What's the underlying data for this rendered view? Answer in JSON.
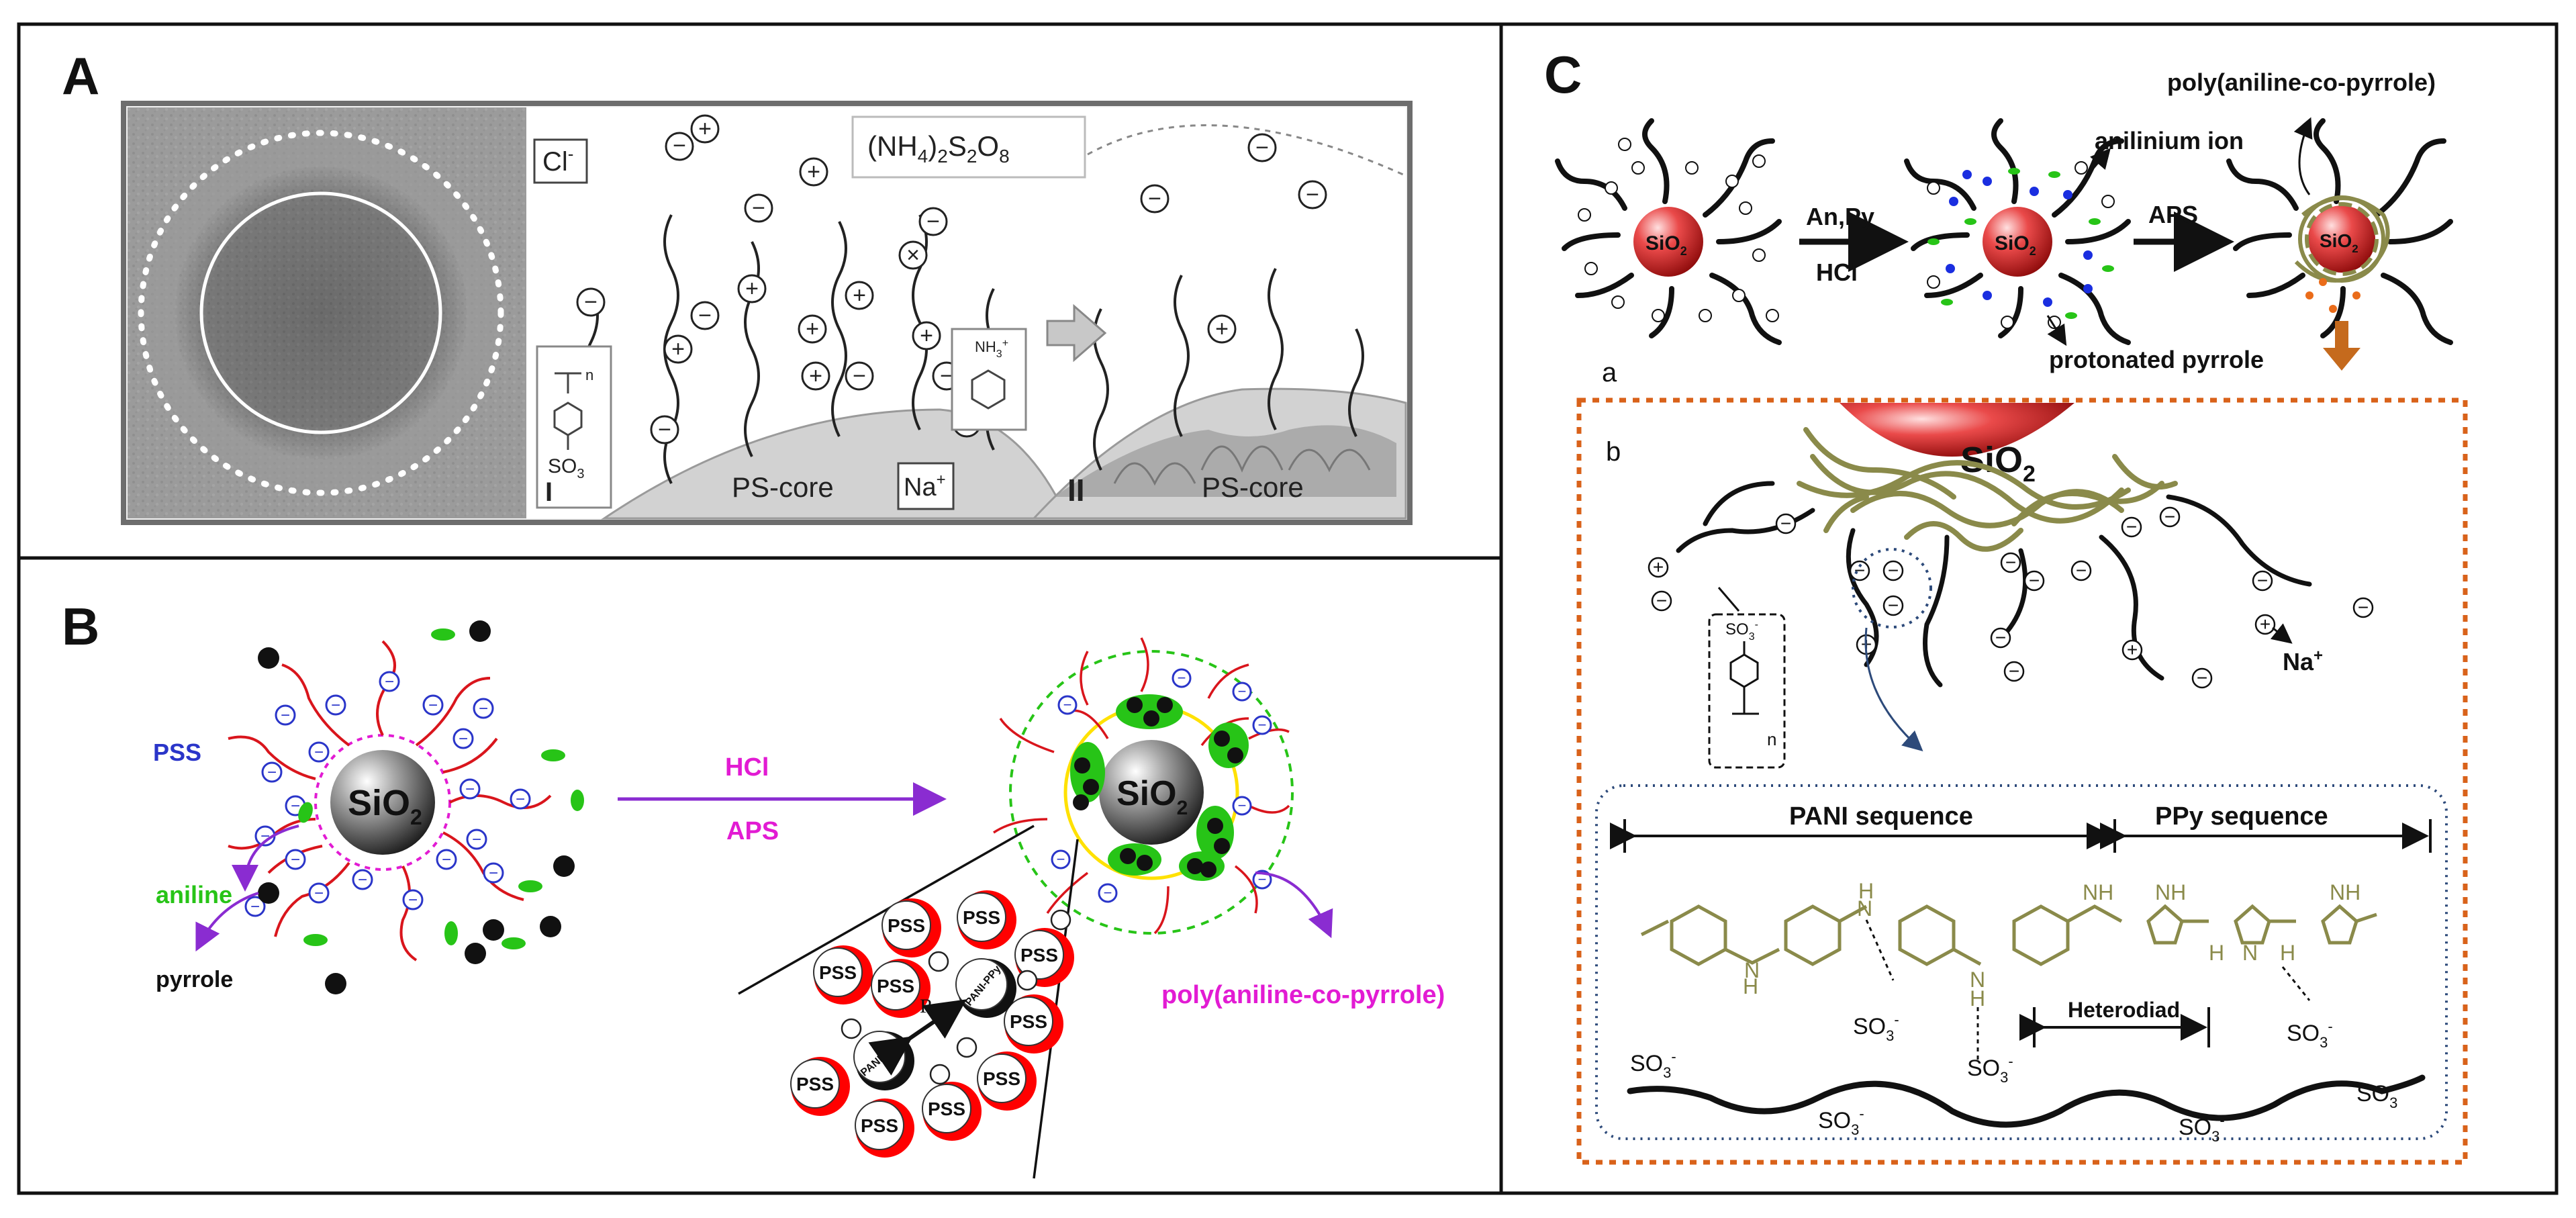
{
  "panels": {
    "a": {
      "letter": "A",
      "ions": {
        "chloride": "Cl",
        "chloride_charge": "-",
        "sodium": "Na",
        "sodium_charge": "+"
      },
      "persulfate": {
        "main": "(NH",
        "sub1": "4",
        "mid": ")",
        "sub2": "2",
        "s": "S",
        "sub3": "2",
        "o": "O",
        "sub4": "8"
      },
      "stage_one": "I",
      "stage_two": "II",
      "core_left": "PS-core",
      "core_right": "PS-core",
      "sulfonate": "SO",
      "sulfonate_sub": "3",
      "anilinium": "NH",
      "anilinium_sup": "+",
      "anilinium_sub": "3",
      "n_index": "n"
    },
    "b": {
      "letter": "B",
      "pss": "PSS",
      "aniline": "aniline",
      "pyrrole": "pyrrole",
      "core": "SiO",
      "core_sub": "2",
      "hcl": "HCl",
      "aps": "APS",
      "product": "poly(aniline-co-pyrrole)",
      "cluster_label": "PSS",
      "chain_label": "PANI-PPy",
      "r_label": "R"
    },
    "c": {
      "letter": "C",
      "core": "SiO",
      "core_sub": "2",
      "step1_top": "An,Py",
      "step1_bottom": "HCl",
      "step2": "APS",
      "product": "poly(aniline-co-pyrrole)",
      "product_italic": "co",
      "anilinium": "anilinium ion",
      "protonated_pyrrole": "protonated pyrrole",
      "sub_a": "a",
      "sub_b": "b",
      "big_core": "SiO",
      "big_core_sub": "2",
      "sodium": "Na",
      "sodium_charge": "+",
      "pani_sequence": "PANI sequence",
      "ppy_sequence": "PPy sequence",
      "heterodiad": "Heterodiad",
      "so3": "SO",
      "so3_sub": "3",
      "so3_sup": "-",
      "n_index": "n",
      "nh": "NH",
      "h": "H",
      "n_plus": "N"
    }
  },
  "colors": {
    "border": "#111111",
    "pss_chain": "#d9151c",
    "charge_blue": "#2a35c9",
    "aniline_green": "#27c417",
    "product_magenta": "#e21bd3",
    "arrow_purple": "#8a2cd1",
    "olive": "#8a8a4a",
    "dotted_orange": "#d9621a",
    "dotted_navy": "#2d4a7a"
  }
}
